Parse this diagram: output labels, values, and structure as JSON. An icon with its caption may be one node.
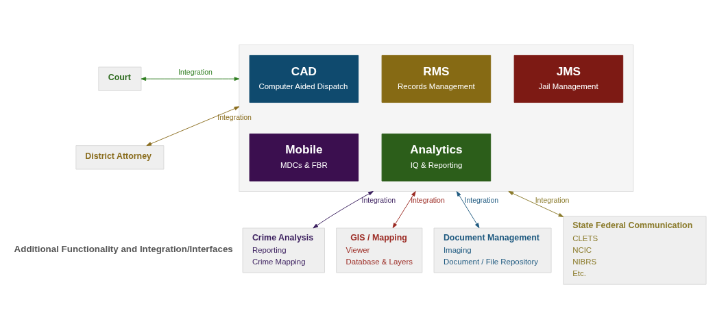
{
  "diagram": {
    "nodes": [
      {
        "text": [],
        "shape": "box"
      },
      {
        "text": [
          "CAD",
          "Computer Aided Dispatch"
        ],
        "in": 0
      },
      {
        "text": [
          "RMS",
          "Records Management"
        ],
        "in": 0
      },
      {
        "text": [
          "JMS",
          "Jail Management"
        ],
        "in": 0
      },
      {
        "text": [
          "Mobile",
          "MDCs & FBR"
        ],
        "in": 0
      },
      {
        "text": [
          "Analytics",
          "IQ & Reporting"
        ],
        "in": 0
      },
      {
        "text": [
          "Court"
        ]
      },
      {
        "text": [
          "District Attorney"
        ]
      },
      {
        "text": [
          "Crime Analysis",
          "Reporting",
          "Crime Mapping"
        ]
      },
      {
        "text": [
          "GIS / Mapping",
          "Viewer",
          "Database & Layers"
        ]
      },
      {
        "text": [
          "Document Management",
          "Imaging",
          "Document / File Repository"
        ]
      },
      {
        "text": [
          "State Federal Communication",
          "CLETS",
          "NCIC",
          "NIBRS",
          "Etc."
        ]
      }
    ],
    "edges": [
      {
        "from": 6,
        "to": 0,
        "arrow": "both",
        "label": "Integration",
        "color": "#2e7d1f"
      },
      {
        "from": 7,
        "to": 0,
        "arrow": "both",
        "label": "Integration",
        "color": "#8a6d1e"
      },
      {
        "from": 0,
        "to": 8,
        "arrow": "both",
        "label": "Integration",
        "color": "#3b1f5e"
      },
      {
        "from": 0,
        "to": 9,
        "arrow": "both",
        "label": "Integration",
        "color": "#9b2a23"
      },
      {
        "from": 0,
        "to": 10,
        "arrow": "both",
        "label": "Integration",
        "color": "#1f5a80"
      },
      {
        "from": 0,
        "to": 11,
        "arrow": "both",
        "label": "Integration",
        "color": "#8a7a2a"
      }
    ],
    "labels": [
      "Additional Functionality and Integration/Interfaces"
    ]
  }
}
